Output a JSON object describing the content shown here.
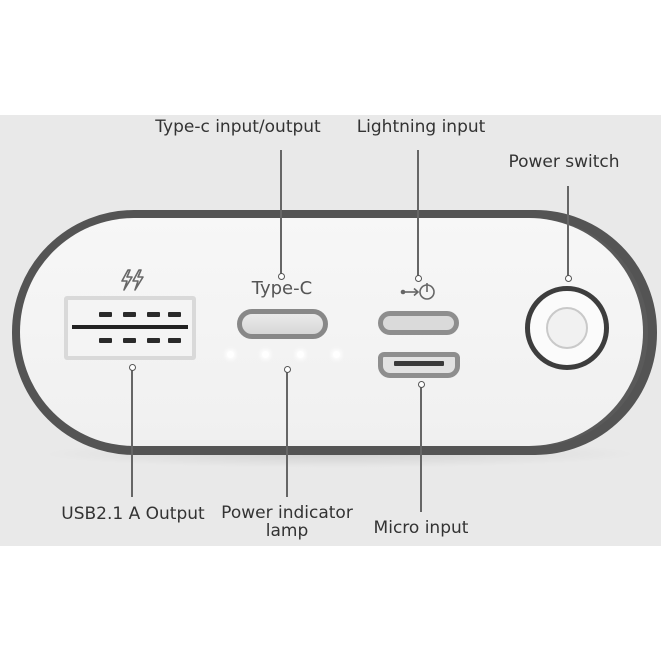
{
  "callouts": {
    "typec": "Type-c input/output",
    "lightning": "Lightning input",
    "power_switch": "Power switch",
    "usb_output": "USB2.1 A Output",
    "indicator_line1": "Power indicator",
    "indicator_line2": "lamp",
    "micro": "Micro input"
  },
  "device": {
    "typec_marking": "Type-C"
  },
  "indicator_led_count": 4,
  "icons": [
    "fast-charge-bolts-icon",
    "lightning-input-icon"
  ],
  "colors": {
    "background": "#e9e9e9",
    "device_shell": "#545454",
    "device_face": "#f4f4f4",
    "text": "#333333"
  }
}
